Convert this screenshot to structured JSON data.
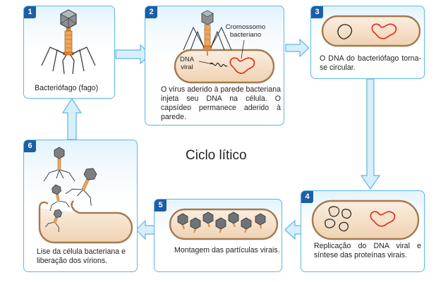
{
  "title": "Ciclo lítico",
  "colors": {
    "panel_border": "#5bb8e6",
    "badge": "#1c5fa5",
    "arrow_fill": "#d7eefb",
    "arrow_stroke": "#5bb8e6",
    "cell_border": "#a47a4e",
    "cell_fill": "#f6e2cc",
    "viral_dna": "#e02a1a",
    "tail": "#e9862f"
  },
  "panels": [
    {
      "number": "1",
      "text": "Bacteriófago (fago)"
    },
    {
      "number": "2",
      "text": "O vírus aderido à parede bacteriana injeta seu DNA na célula. O capsídeo permanece aderido à parede.",
      "labels": {
        "dna": "DNA viral",
        "chromosome": "Cromossomo bacteriano"
      }
    },
    {
      "number": "3",
      "text": "O DNA do bacteriófago torna-se circular."
    },
    {
      "number": "4",
      "text": "Replicação do DNA viral e síntese das proteínas virais."
    },
    {
      "number": "5",
      "text": "Montagem das partículas virais."
    },
    {
      "number": "6",
      "text": "Lise da célula bacteriana e liberação dos vírions."
    }
  ]
}
